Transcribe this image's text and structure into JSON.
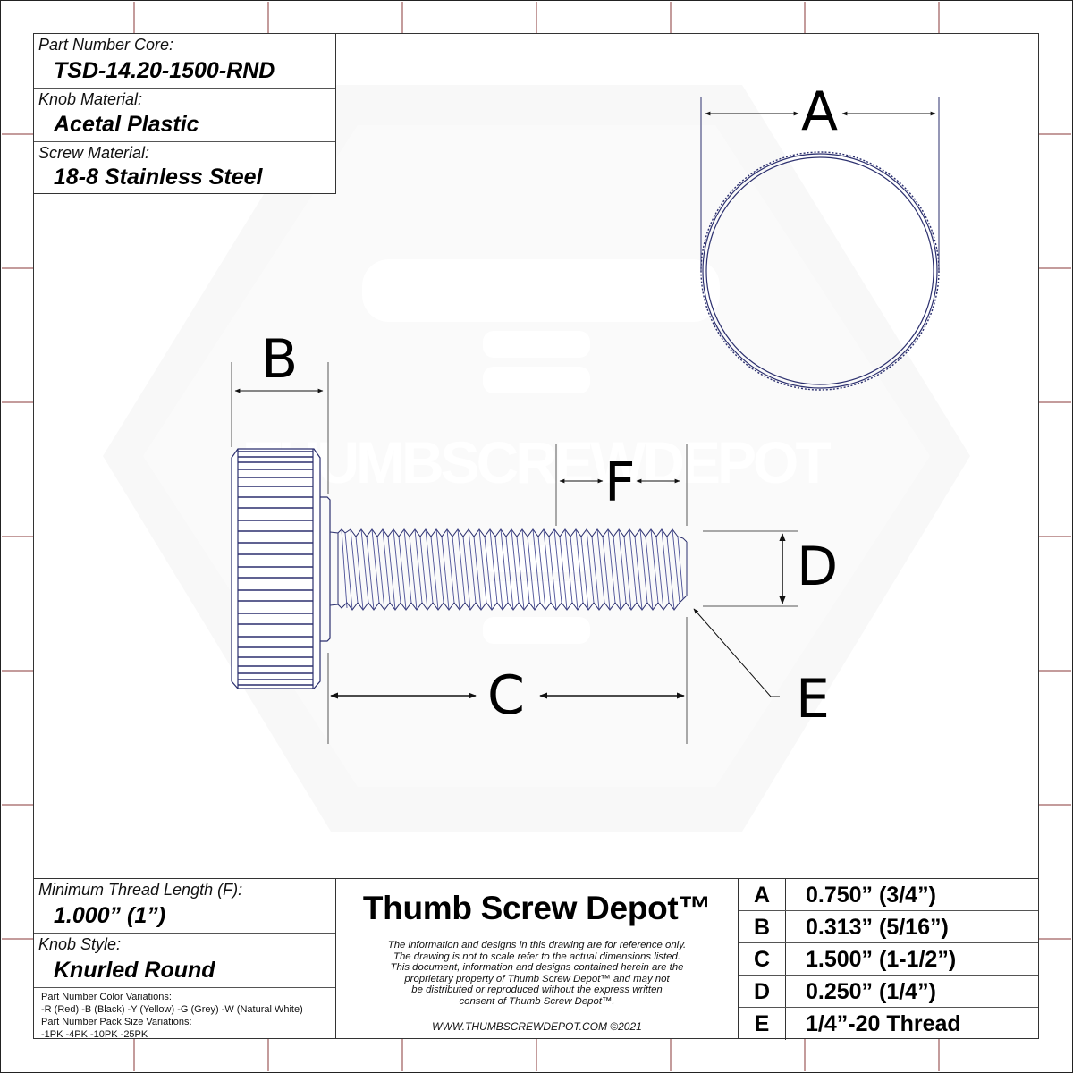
{
  "title_block_top": {
    "rows": [
      {
        "label": "Part Number Core:",
        "value": "TSD-14.20-1500-RND"
      },
      {
        "label": "Knob Material:",
        "value": "Acetal Plastic"
      },
      {
        "label": "Screw Material:",
        "value": "18-8 Stainless Steel"
      }
    ]
  },
  "title_block_bottom_left": {
    "rows": [
      {
        "label": "Minimum Thread Length (F):",
        "value": "1.000” (1”)"
      },
      {
        "label": "Knob Style:",
        "value": "Knurled Round"
      }
    ],
    "variations": {
      "color_heading": "Part Number Color Variations:",
      "color_values": "-R (Red) -B (Black) -Y (Yellow) -G (Grey) -W (Natural White)",
      "pack_heading": "Part Number Pack Size Variations:",
      "pack_values": "-1PK -4PK -10PK -25PK"
    }
  },
  "brand_block": {
    "name": "Thumb Screw Depot™",
    "disclaimer": [
      "The information and designs in this drawing are for reference only.",
      "The drawing is not to scale refer to the actual dimensions listed.",
      "This document, information and designs contained herein are the",
      "proprietary property of Thumb Screw Depot™ and may not",
      "be distributed or reproduced without the express written",
      "consent of Thumb Screw Depot™."
    ],
    "website": "WWW.THUMBSCREWDEPOT.COM ©2021"
  },
  "dimensions_table": [
    {
      "key": "A",
      "value": "0.750” (3/4”)"
    },
    {
      "key": "B",
      "value": "0.313” (5/16”)"
    },
    {
      "key": "C",
      "value": "1.500” (1-1/2”)"
    },
    {
      "key": "D",
      "value": "0.250” (1/4”)"
    },
    {
      "key": "E",
      "value": "1/4”-20 Thread"
    }
  ],
  "drawing": {
    "dimension_labels": {
      "A": "A",
      "B": "B",
      "C": "C",
      "D": "D",
      "E": "E",
      "F": "F"
    },
    "watermark_text": "THUMBSCREWDEPOT",
    "line_color": "#2b2f6e",
    "tick_color": "#8a3a3a"
  }
}
